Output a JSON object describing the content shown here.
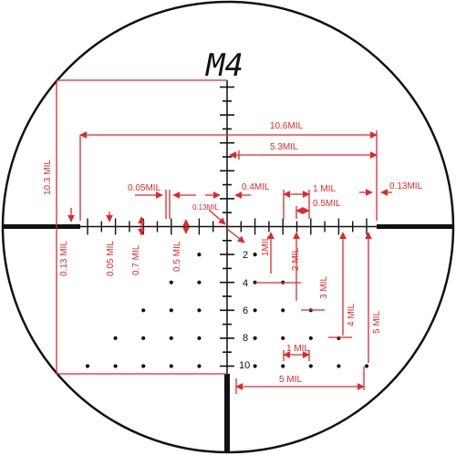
{
  "reticle": {
    "name": "M4",
    "numbers": [
      "2",
      "4",
      "6",
      "8",
      "10"
    ],
    "colors": {
      "reticle": "#111111",
      "annotation": "#e0282a"
    }
  },
  "annotations": {
    "a_106": "10.6MIL",
    "a_53": "5.3MIL",
    "a_103": "10.3 MIL",
    "a_005_h": "0.05MIL",
    "a_04": "0.4MIL",
    "a_1_top": "1 MIL",
    "a_05_top": "0.5MIL",
    "a_013_right": "0.13MIL",
    "a_013_center": "0.13MIL",
    "a_013_v": "0.13 MIL",
    "a_005_v": "0.05 MIL",
    "a_07": "0.7 MIL",
    "a_05_v": "0.5 MIL",
    "a_1_v": "1MIL",
    "a_2": "2 MIL",
    "a_3": "3 MIL",
    "a_4": "4 MIL",
    "a_5": "5 MIL",
    "a_1_bottom": "1 MIL",
    "a_5_bottom": "5 MIL"
  }
}
